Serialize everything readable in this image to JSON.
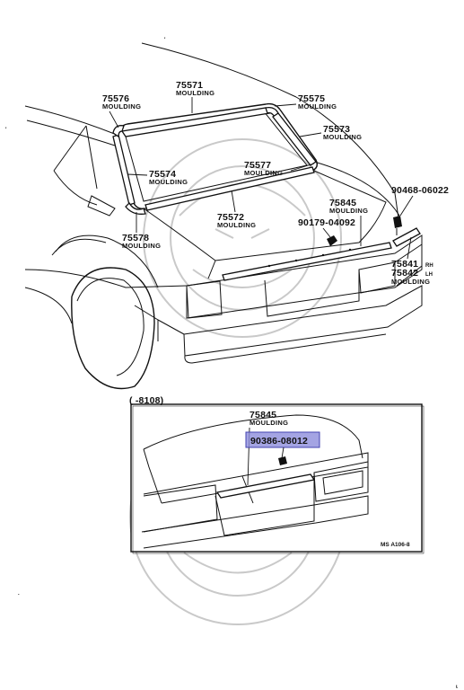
{
  "labels": {
    "p75571": {
      "part": "75571",
      "desc": "MOULDING"
    },
    "p75576": {
      "part": "75576",
      "desc": "MOULDING"
    },
    "p75575": {
      "part": "75575",
      "desc": "MOULDING"
    },
    "p75573": {
      "part": "75573",
      "desc": "MOULDING"
    },
    "p75574": {
      "part": "75574",
      "desc": "MOULDING"
    },
    "p75577": {
      "part": "75577",
      "desc": "MOULDING"
    },
    "p75572": {
      "part": "75572",
      "desc": "MOULDING"
    },
    "p75578": {
      "part": "75578",
      "desc": "MOULDING"
    },
    "p75845": {
      "part": "75845",
      "desc": "MOULDING"
    },
    "p90468": {
      "part": "90468-06022"
    },
    "p90179": {
      "part": "90179-04092"
    },
    "p75841": {
      "part": "75841",
      "side": "RH"
    },
    "p75842": {
      "part": "75842",
      "side": "LH",
      "desc": "MOULDING"
    }
  },
  "inset": {
    "range": "(   -8108)",
    "p75845": {
      "part": "75845",
      "desc": "MOULDING"
    },
    "highlight": {
      "part": "90386-08012",
      "color": "#7f7fd6"
    },
    "figure_code": "MS A106-8"
  }
}
